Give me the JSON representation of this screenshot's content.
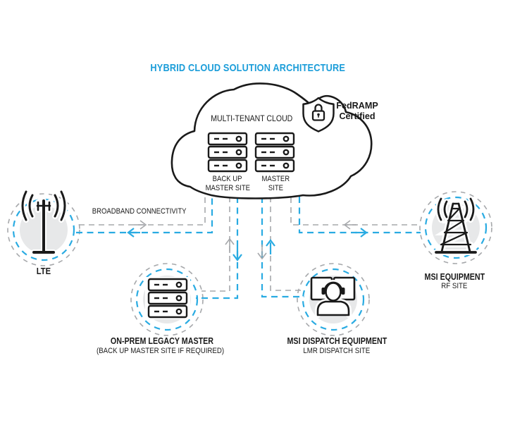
{
  "title": "HYBRID CLOUD SOLUTION ARCHITECTURE",
  "colors": {
    "title_blue": "#1b9dd9",
    "accent_cyan": "#29abe2",
    "line_gray": "#a6a8ab",
    "circle_fill": "#e7e8e9",
    "ink": "#1a1a1a"
  },
  "cloud": {
    "label": "MULTI-TENANT CLOUD",
    "backup_stack_label_line1": "BACK UP",
    "backup_stack_label_line2": "MASTER SITE",
    "master_stack_label_line1": "MASTER",
    "master_stack_label_line2": "SITE"
  },
  "badge": {
    "icon": "shield-lock-icon",
    "line1": "FedRAMP",
    "line2": "Certified"
  },
  "connection_label": "BROADBAND CONNECTIVITY",
  "nodes": {
    "lte": {
      "icon": "antenna-icon",
      "label": "LTE"
    },
    "on_prem": {
      "icon": "server-stack-icon",
      "label": "ON-PREM LEGACY MASTER",
      "sublabel": "(BACK UP MASTER SITE IF REQUIRED)"
    },
    "dispatch": {
      "icon": "dispatcher-console-icon",
      "label": "MSI DISPATCH EQUIPMENT",
      "sublabel": "LMR DISPATCH SITE"
    },
    "rf": {
      "icon": "radio-tower-icon",
      "label": "MSI EQUIPMENT",
      "sublabel": "RF SITE"
    }
  },
  "connections": [
    {
      "from": "multi-tenant-cloud",
      "to": "lte",
      "label": "BROADBAND CONNECTIVITY",
      "style": "dashed, gray toward cloud / cyan toward node"
    },
    {
      "from": "multi-tenant-cloud",
      "to": "on-prem-legacy-master",
      "style": "dashed, gray arrow up / cyan arrow down"
    },
    {
      "from": "multi-tenant-cloud",
      "to": "msi-dispatch-equipment",
      "style": "dashed, gray arrow down / cyan arrow up"
    },
    {
      "from": "multi-tenant-cloud",
      "to": "msi-equipment-rf-site",
      "style": "dashed, gray toward cloud / cyan toward node"
    }
  ]
}
